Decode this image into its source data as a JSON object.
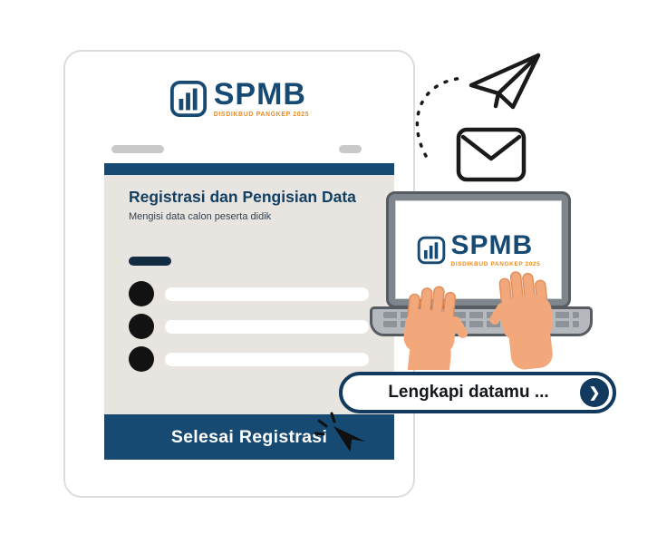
{
  "brand": {
    "name": "SPMB",
    "tagline": "DISDIKBUD PANGKEP 2025",
    "navy": "#174a73",
    "orange": "#ec8b1f"
  },
  "registration_card": {
    "title": "Registrasi dan Pengisian Data",
    "subtitle": "Mengisi data calon peserta didik",
    "field_rows": 3,
    "submit_label": "Selesai Registrasi"
  },
  "banner": {
    "text": "Lengkapi datamu ...",
    "chevron_icon": "❯"
  },
  "illustration": {
    "skin": "#f3a87b",
    "icons": [
      "paper-plane-icon",
      "envelope-icon",
      "mouse-cursor-icon",
      "laptop-illustration",
      "typing-hands"
    ]
  }
}
